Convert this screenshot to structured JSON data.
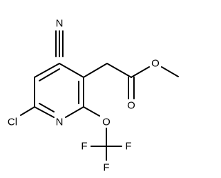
{
  "diagram": {
    "atoms": {
      "n_nitrile": "N",
      "n_ring": "N",
      "cl": "Cl",
      "o_carbonyl": "O",
      "o_ester": "O",
      "o_ether": "O",
      "f_left": "F",
      "f_right": "F",
      "f_bottom": "F"
    },
    "colors": {
      "line": "#000000",
      "text": "#000000",
      "background": "#ffffff"
    }
  }
}
